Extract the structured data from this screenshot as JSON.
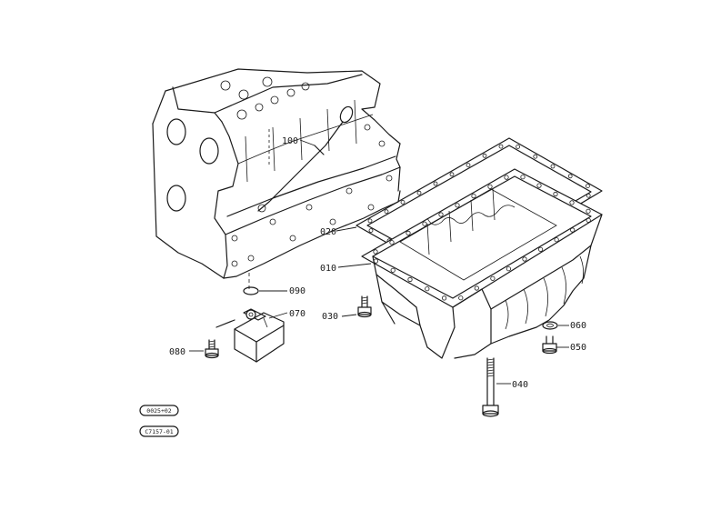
{
  "labels": {
    "dipstick": "100",
    "gasket": "020",
    "oil_pan": "010",
    "o_ring": "090",
    "cover": "070",
    "cover_bolt": "080",
    "pan_bolt": "030",
    "washer": "060",
    "drain_plug": "050",
    "long_bolt": "040"
  },
  "stamps": {
    "top": "0025+02",
    "bottom": "C7157-01"
  }
}
